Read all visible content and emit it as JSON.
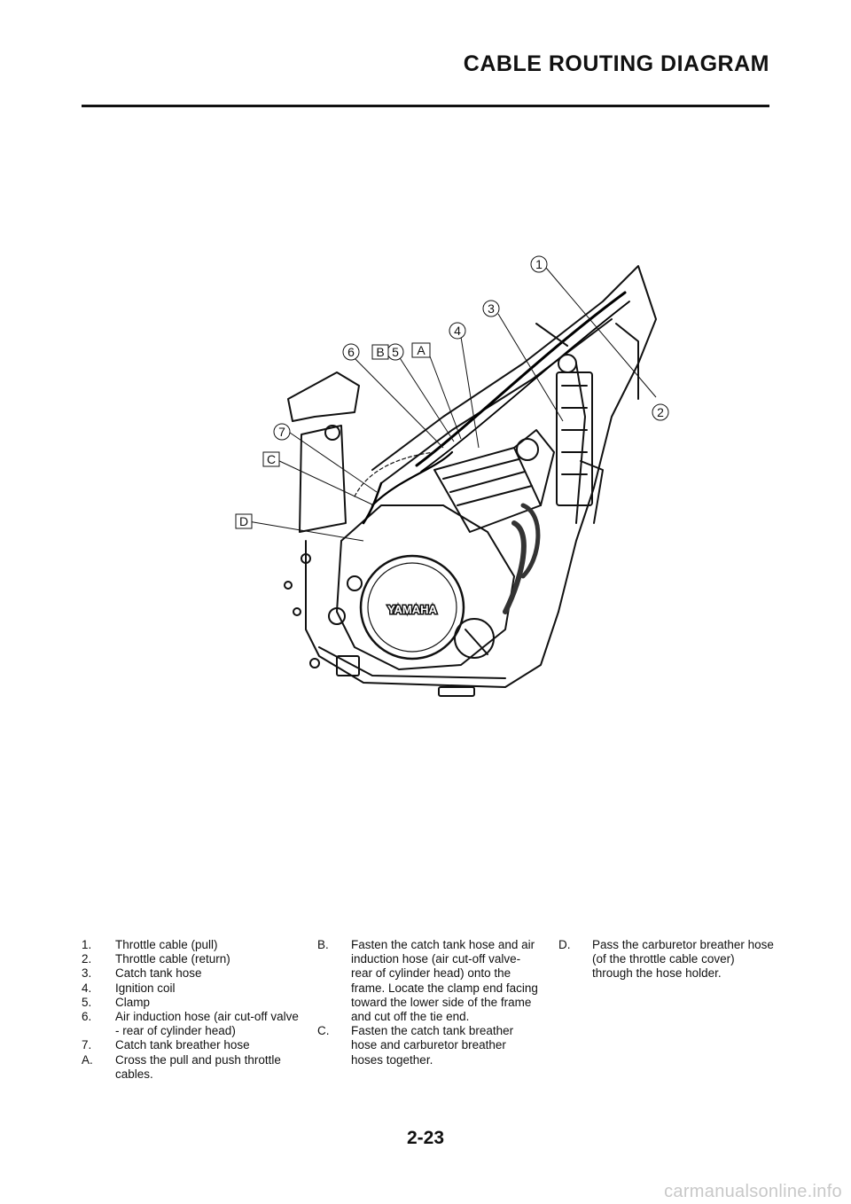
{
  "header": {
    "title": "CABLE ROUTING DIAGRAM"
  },
  "diagram": {
    "callouts": [
      "1",
      "2",
      "3",
      "4",
      "5",
      "6",
      "7"
    ],
    "letters": [
      "A",
      "B",
      "C",
      "D"
    ],
    "logo_text": "YAMAHA"
  },
  "legend": {
    "column1": [
      {
        "key": "1.",
        "text": "Throttle cable (pull)"
      },
      {
        "key": "2.",
        "text": "Throttle cable (return)"
      },
      {
        "key": "3.",
        "text": "Catch tank hose"
      },
      {
        "key": "4.",
        "text": "Ignition coil"
      },
      {
        "key": "5.",
        "text": "Clamp"
      },
      {
        "key": "6.",
        "text": "Air induction hose (air cut-off valve - rear of cylinder head)"
      },
      {
        "key": "7.",
        "text": "Catch tank breather hose"
      },
      {
        "key": "A.",
        "text": "Cross the pull and push throttle cables."
      }
    ],
    "column2": [
      {
        "key": "B.",
        "text": "Fasten the catch tank hose and air induction hose (air cut-off valve-rear of cylinder head) onto the frame. Locate the clamp end facing toward the lower side of the frame and cut off the tie end."
      },
      {
        "key": "C.",
        "text": "Fasten the catch tank breather hose and carburetor breather hoses together."
      }
    ],
    "column3": [
      {
        "key": "D.",
        "text": "Pass the carburetor breather hose (of the throttle cable cover) through the hose holder."
      }
    ]
  },
  "footer": {
    "page_number": "2-23",
    "watermark": "carmanualsonline.info"
  }
}
